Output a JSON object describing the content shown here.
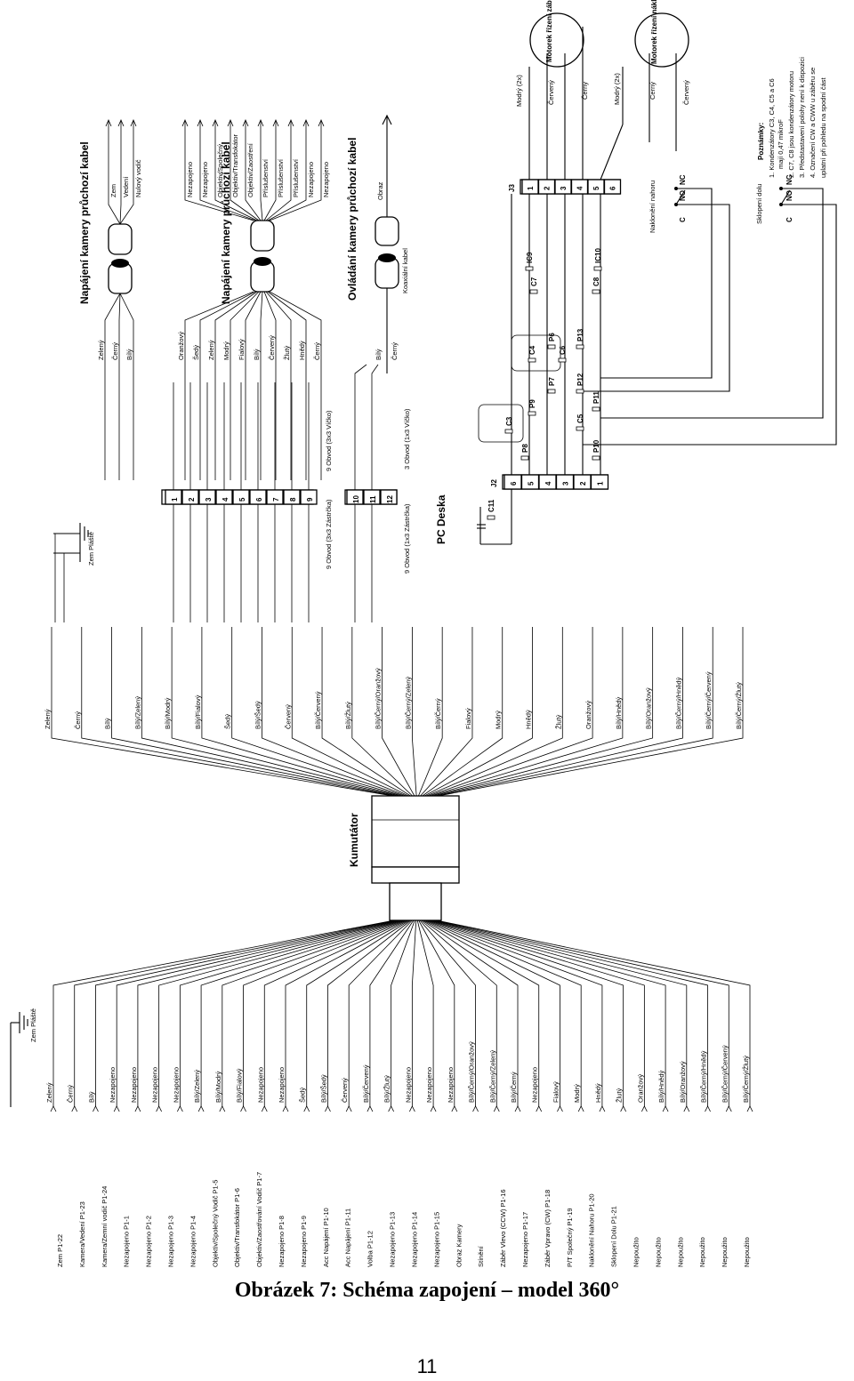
{
  "caption": "Obrázek 7: Schéma zapojení – model 360°",
  "page_number": "11",
  "diagram": {
    "commutator": "Kumutátor",
    "shield_ground": "Zem Pláště",
    "pc_board": "PC Deska",
    "power_cable_1": "Napájení kamery průchozí kabel",
    "power_cable_1_wires": [
      "Zelený",
      "Černý",
      "Bílý"
    ],
    "power_cable_1_ends": [
      "Zem",
      "Vedení",
      "Nulový vodič"
    ],
    "power_cable_2": "Napájení kamery průchozí kabel",
    "power_cable_2_wires": [
      "Oranžový",
      "Šedý",
      "Zelený",
      "Modrý",
      "Fialový",
      "Bílý",
      "Červený",
      "Žlutý",
      "Hnědý",
      "Černý"
    ],
    "power_cable_2_ends": [
      "Nezapojeno",
      "Nezapojeno",
      "Objektiv/Společný",
      "Objektiv/Transfokátor",
      "Objektiv/Zaostření",
      "Příslušenství",
      "Příslušenství",
      "Příslušenství",
      "Nezapojeno",
      "Nezapojeno"
    ],
    "control_cable": "Ovládání kamery průchozí kabel",
    "coax": "Koaxiální kabel",
    "control_cable_wires": [
      "Bílý",
      "Černý"
    ],
    "control_cable_end": "Obraz",
    "connector_9_plug": "9 Obvod (3x3 Zástrčka)",
    "connector_9_cap": "9 Obvod (3x3 Víčko)",
    "connector_3_plug": "9 Obvod (1x3 Zástrčka)",
    "connector_3_cap": "3 Obvod (1x3 Víčko)",
    "connector_9_pins": [
      "1",
      "2",
      "3",
      "4",
      "5",
      "6",
      "7",
      "8",
      "9"
    ],
    "connector_3_pins": [
      "10",
      "11",
      "12"
    ],
    "j2_label": "J2",
    "j2_pins": [
      "6",
      "5",
      "4",
      "3",
      "2",
      "1"
    ],
    "j3_label": "J3",
    "j3_pins": [
      "1",
      "2",
      "3",
      "4",
      "5",
      "6"
    ],
    "components": [
      "C11",
      "C3",
      "P8",
      "P9",
      "C4",
      "P6",
      "P7",
      "C5",
      "P10",
      "P11",
      "C6",
      "P13",
      "P12",
      "C7",
      "IC9",
      "C8",
      "IC10"
    ],
    "motor_pan": "Motorek řízení záběru",
    "motor_pan_wires": [
      "Modrý (2x)",
      "Červený",
      "Černý"
    ],
    "motor_tilt": "Motorek řízení náklonu",
    "motor_tilt_wires": [
      "Modrý (2x)",
      "Černý",
      "Červený"
    ],
    "limit_up": "Naklonění nahoru",
    "limit_down": "Sklopení dolu",
    "switch_labels": [
      "C",
      "NO",
      "NC"
    ],
    "notes_title": "Poznámky:",
    "notes": [
      "1. Kondenzátory C3, C4, C5 a C6",
      "mají 0,47 mikroF",
      "2. C7, C8 jsou kondenzátory motoru",
      "3. Předstastavení polohy není k dispozici",
      "4. Označení CW a CWW u záběru se",
      "uplatní při pohledu na spodní část"
    ],
    "upper_wires_left": [
      "Zelený",
      "Černý",
      "Bílý"
    ],
    "upper_wires_mid": [
      "Bílý/Zelený",
      "Bílý/Modrý",
      "Bílý/Fialový",
      "Šedý",
      "Bílý/Šedý",
      "Červený",
      "Bílý/Červený",
      "Bílý/Žlutý",
      "Bílý/Černý/Oranžový",
      "Bílý/Černý/Zelený"
    ],
    "upper_wires_right": [
      "Bílý/Černý",
      "Fialový",
      "Modrý",
      "Hnědý",
      "Žlutý"
    ],
    "upper_wires_unused": [
      "Oranžový",
      "Bílý/Hnědý",
      "Bílý/Oranžový",
      "Bílý/Černý/Hnědý",
      "Bílý/Černý/Červený",
      "Bílý/Černý/Žlutý"
    ],
    "lower_wires": [
      "Zelený",
      "Černý",
      "Bílý",
      "Nezapojeno",
      "Nezapojeno",
      "Nezapojeno",
      "Nezapojeno",
      "Bílý/Zelený",
      "Bílý/Modrý",
      "Bílý/Fialový",
      "Nezapojeno",
      "Nezapojeno",
      "Šedý",
      "Bílý/Šedý",
      "Červený",
      "Bílý/Červený",
      "Bílý/Žlutý",
      "Nezapojeno",
      "Nezapojeno",
      "Nezapojeno",
      "Bílý/Černý/Oranžový",
      "Bílý/Černý/Zelený",
      "Bílý/Černý",
      "Nezapojeno",
      "Fialový",
      "Modrý",
      "Hnědý",
      "Žlutý",
      "Oranžový",
      "Bílý/Hnědý",
      "Bílý/Oranžový",
      "Bílý/Černý/Hnědý",
      "Bílý/Černý/Červený",
      "Bílý/Černý/Žlutý"
    ],
    "lower_pins": [
      "Zem P1-22",
      "Kamera/Vedení P1-23",
      "Kamera/Zemní vodič P1-24",
      "Nezapojeno P1-1",
      "Nezapojeno P1-2",
      "Nezapojeno P1-3",
      "Nezapojeno P1-4",
      "Objektiv/Společný Vodič P1-5",
      "Objektiv/Transfokátor P1-6",
      "Objektiv/Zaostřování Vodič P1-7",
      "Nezapojeno P1-8",
      "Nezapojeno P1-9",
      "Acc Napájení P1-10",
      "Acc Napájení P1-11",
      "Volba P1-12",
      "Nezapojeno P1-13",
      "Nezapojeno P1-14",
      "Nezapojeno P1-15",
      "Obraz Kamery",
      "Stínění",
      "Záběr Vlevo (CCW) P1-16",
      "Nezapojeno P1-17",
      "Záběr Vpravo (CW) P1-18",
      "P/T Společný P1-19",
      "Naklonění Nahoru P1-20",
      "Sklopení Dolu P1-21",
      "Nepoužito",
      "Nepoužito",
      "Nepoužito",
      "Nepoužito",
      "Nepoužito",
      "Nepoužito"
    ]
  }
}
